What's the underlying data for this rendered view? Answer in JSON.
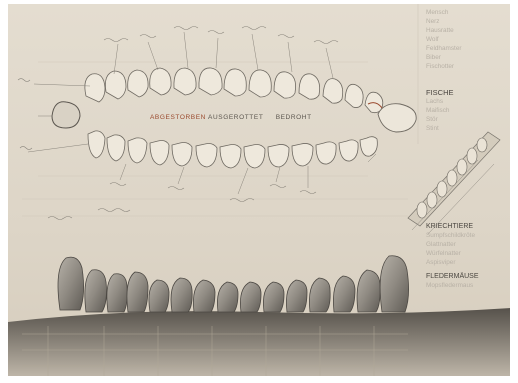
{
  "caption": {
    "word1": "ABGESTORBEN",
    "word2": "AUSGEROTTET",
    "word3": "BEDROHT"
  },
  "side_list": {
    "top_items": [
      "Mensch",
      "Nerz",
      "Hausratte",
      "Wolf",
      "Feldhamster",
      "Biber",
      "Fischotter"
    ],
    "fish_heading": "FISCHE",
    "fish_items": [
      "Lachs",
      "Maifisch",
      "Stör",
      "Stint"
    ],
    "reptile_heading": "KRIECHTIERE",
    "reptile_items": [
      "Sumpfschildkröte",
      "Glattnatter",
      "Würfelnatter",
      "Aspisviper"
    ],
    "bat_heading": "FLEDERMÄUSE",
    "bat_items": [
      "Mopsfledermaus"
    ]
  },
  "colors": {
    "paper": "#e4ddd0",
    "pencil": "#6f6a62",
    "red_accent": "#9a4a2e",
    "stone": "#8b867d"
  }
}
